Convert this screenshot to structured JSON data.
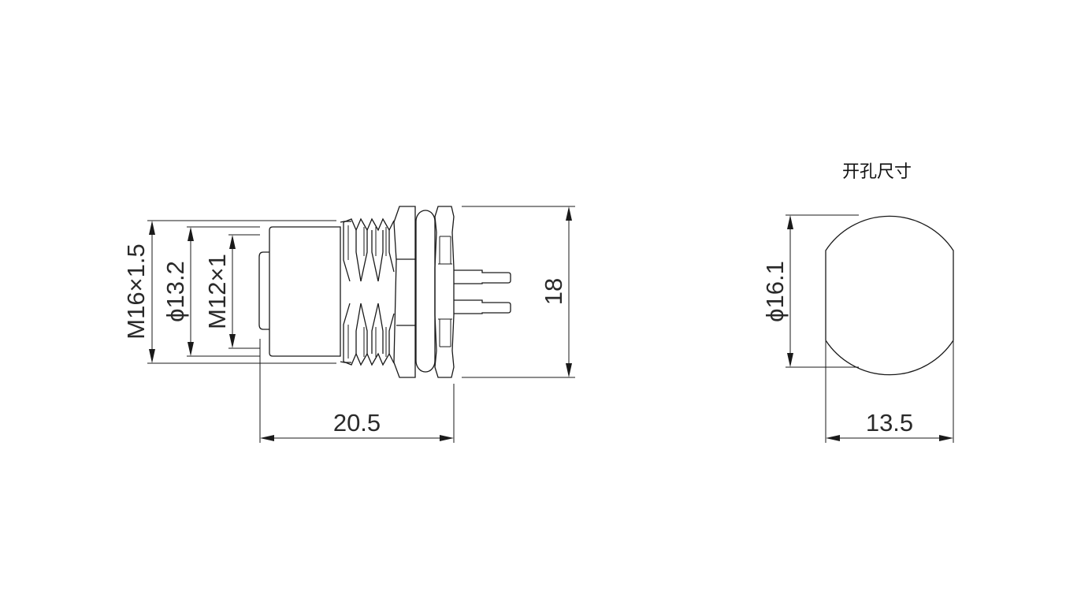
{
  "drawing": {
    "side_view": {
      "dim_thread_outer": "M16×1.5",
      "dim_body_diameter": "ϕ13.2",
      "dim_thread_inner": "M12×1",
      "dim_length": "20.5",
      "dim_nut_height": "18"
    },
    "panel_cutout": {
      "title": "开孔尺寸",
      "dim_diameter": "ϕ16.1",
      "dim_flat_width": "13.5"
    },
    "colors": {
      "line": "#1a1a1a",
      "background": "#ffffff"
    }
  }
}
